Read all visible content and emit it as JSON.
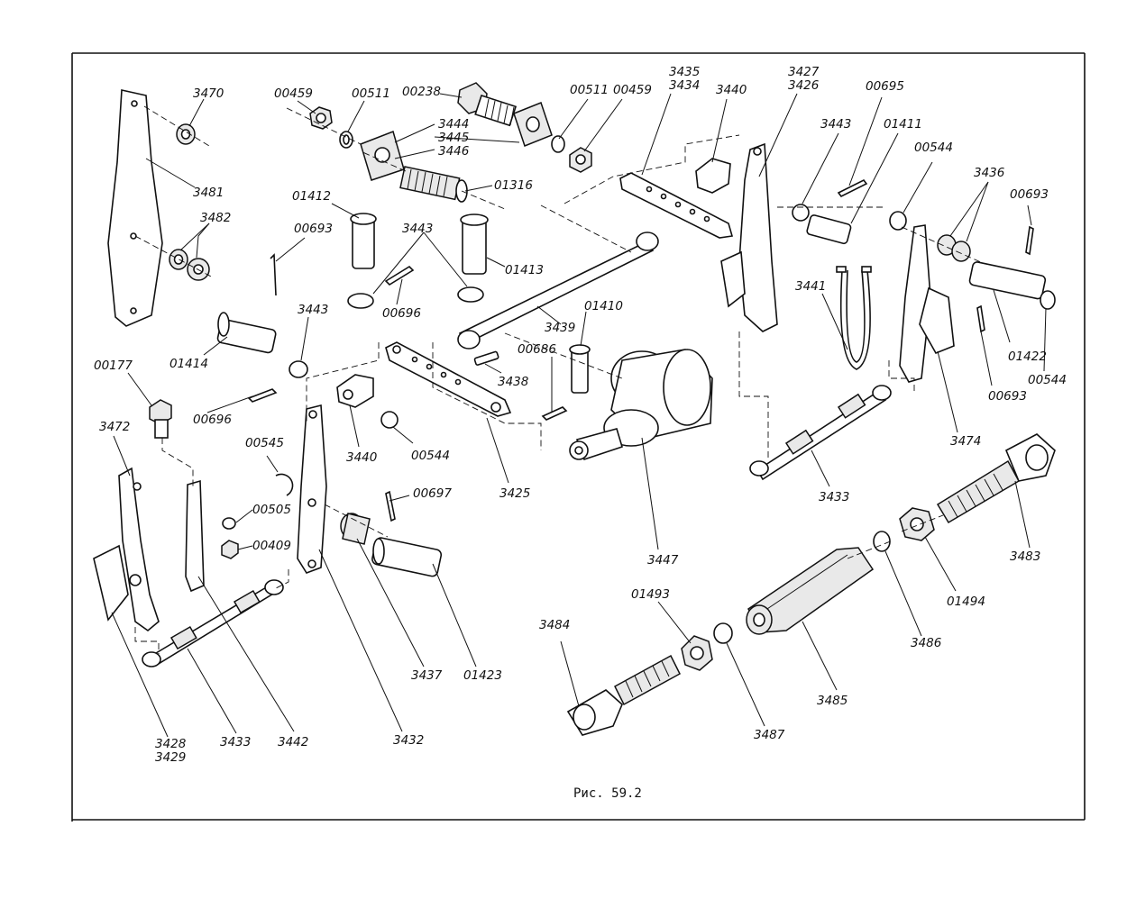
{
  "caption": "Рис. 59.2",
  "labels": {
    "l3470": "3470",
    "l3481": "3481",
    "l3482": "3482",
    "l00459a": "00459",
    "l00511a": "00511",
    "l00238": "00238",
    "l3444": "3444",
    "l3445": "3445",
    "l3446": "3446",
    "l01316": "01316",
    "l00511b": "00511",
    "l00459b": "00459",
    "l3435": "3435",
    "l3434": "3434",
    "l3440a": "3440",
    "l3427": "3427",
    "l3426": "3426",
    "l00695": "00695",
    "l3443a": "3443",
    "l01411": "01411",
    "l00544a": "00544",
    "l3436": "3436",
    "l00693a": "00693",
    "l01412": "01412",
    "l00693b": "00693",
    "l3443b": "3443",
    "l01413": "01413",
    "l00696a": "00696",
    "l3439": "3439",
    "l01410": "01410",
    "l3441": "3441",
    "l3443c": "3443",
    "l01414": "01414",
    "l00177": "00177",
    "l00696b": "00696",
    "l00686": "00686",
    "l3438": "3438",
    "l3440b": "3440",
    "l00544b": "00544",
    "l3425": "3425",
    "l01422": "01422",
    "l00544c": "00544",
    "l00693c": "00693",
    "l3474": "3474",
    "l3472": "3472",
    "l00545": "00545",
    "l00697": "00697",
    "l00505": "00505",
    "l00409": "00409",
    "l3433a": "3433",
    "l3447": "3447",
    "l3483": "3483",
    "l01494": "01494",
    "l3486": "3486",
    "l01493": "01493",
    "l3484": "3484",
    "l3485": "3485",
    "l3487": "3487",
    "l3437": "3437",
    "l01423": "01423",
    "l3428": "3428",
    "l3429": "3429",
    "l3433b": "3433",
    "l3442": "3442",
    "l3432": "3432"
  }
}
